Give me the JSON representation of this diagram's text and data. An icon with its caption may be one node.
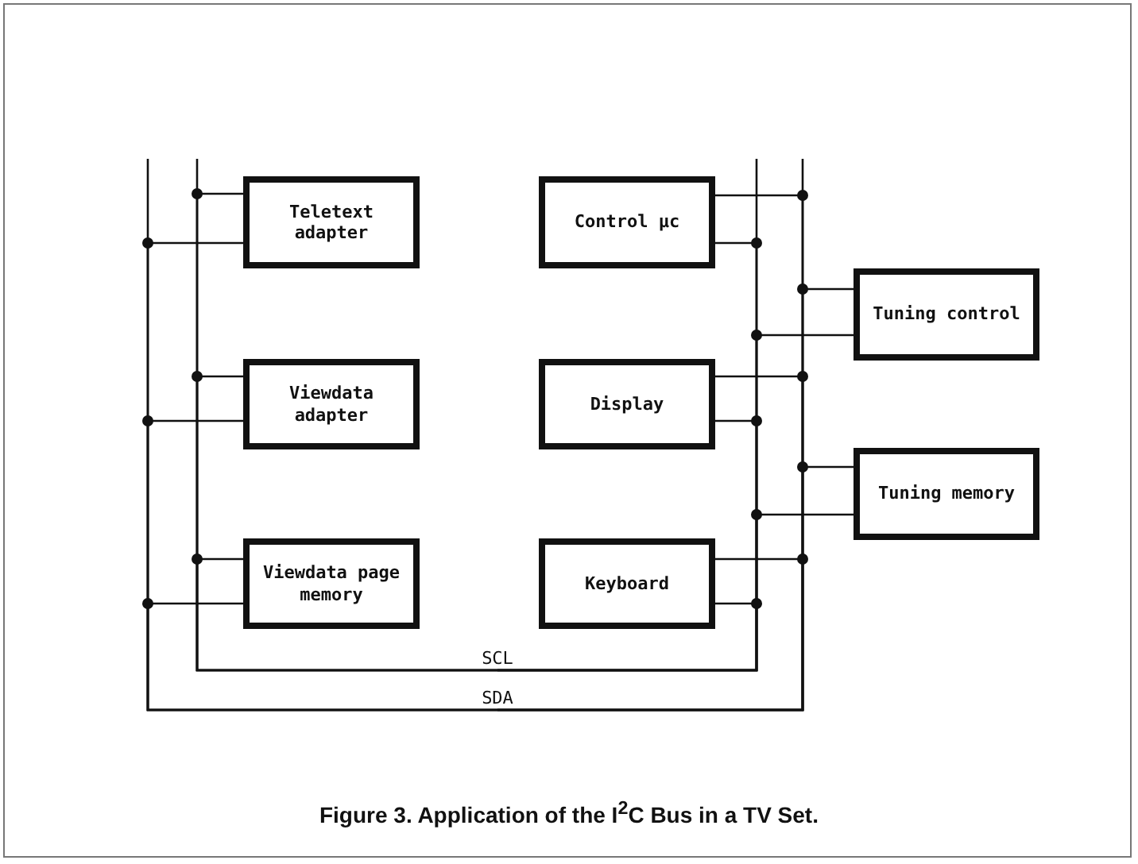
{
  "diagram": {
    "caption": "Figure 3. Application of the I$^{2}$C Bus in a TV Set.",
    "nodes": [
      {
        "text": [
          "Teletext adapter"
        ]
      },
      {
        "text": [
          "Control µc"
        ]
      },
      {
        "text": [
          "Tuning control"
        ]
      },
      {
        "text": [
          "Viewdata adapter"
        ]
      },
      {
        "text": [
          "Display"
        ]
      },
      {
        "text": [
          "Tuning memory"
        ]
      },
      {
        "text": [
          "Viewdata page memory"
        ]
      },
      {
        "text": [
          "Keyboard"
        ]
      },
      {
        "text": [
          "SCL"
        ]
      },
      {
        "text": [
          "SDA"
        ]
      }
    ],
    "edges": [
      {
        "from": 0,
        "to": 8,
        "arrow": "none"
      },
      {
        "from": 0,
        "to": 9,
        "arrow": "none"
      },
      {
        "from": 1,
        "to": 8,
        "arrow": "none"
      },
      {
        "from": 1,
        "to": 9,
        "arrow": "none"
      },
      {
        "from": 2,
        "to": 8,
        "arrow": "none"
      },
      {
        "from": 2,
        "to": 9,
        "arrow": "none"
      },
      {
        "from": 3,
        "to": 8,
        "arrow": "none"
      },
      {
        "from": 3,
        "to": 9,
        "arrow": "none"
      },
      {
        "from": 4,
        "to": 8,
        "arrow": "none"
      },
      {
        "from": 4,
        "to": 9,
        "arrow": "none"
      },
      {
        "from": 5,
        "to": 8,
        "arrow": "none"
      },
      {
        "from": 5,
        "to": 9,
        "arrow": "none"
      },
      {
        "from": 6,
        "to": 8,
        "arrow": "none"
      },
      {
        "from": 6,
        "to": 9,
        "arrow": "none"
      },
      {
        "from": 7,
        "to": 8,
        "arrow": "none"
      },
      {
        "from": 7,
        "to": 9,
        "arrow": "none"
      }
    ]
  }
}
